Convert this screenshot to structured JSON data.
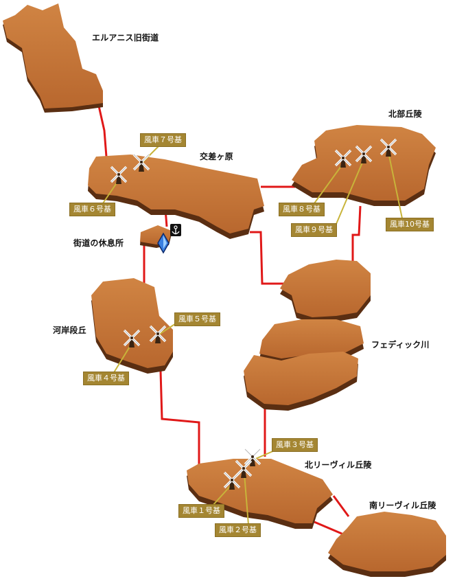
{
  "areas": {
    "erluanis": "エルアニス旧街道",
    "kousagahara": "交差ヶ原",
    "hokubu": "北部丘陵",
    "rest": "街道の休息所",
    "kagan": "河岸段丘",
    "fedick": "フェディック川",
    "north_revil": "北リーヴィル丘陵",
    "south_revil": "南リーヴィル丘陵"
  },
  "windmills": {
    "m1": "風車１号基",
    "m2": "風車２号基",
    "m3": "風車３号基",
    "m4": "風車４号基",
    "m5": "風車５号基",
    "m6": "風車６号基",
    "m7": "風車７号基",
    "m8": "風車８号基",
    "m9": "風車９号基",
    "m10": "風車10号基"
  },
  "icons": {
    "crystal": "aetheryte-crystal-icon",
    "anchor": "anchor-icon",
    "windmill": "windmill-icon"
  },
  "colors": {
    "land_top": "#c8773c",
    "land_side": "#5a2e12",
    "route": "#e01818",
    "tag_bg": "#a48632",
    "leader": "#c8b43a",
    "crystal": "#3a7fe0"
  }
}
